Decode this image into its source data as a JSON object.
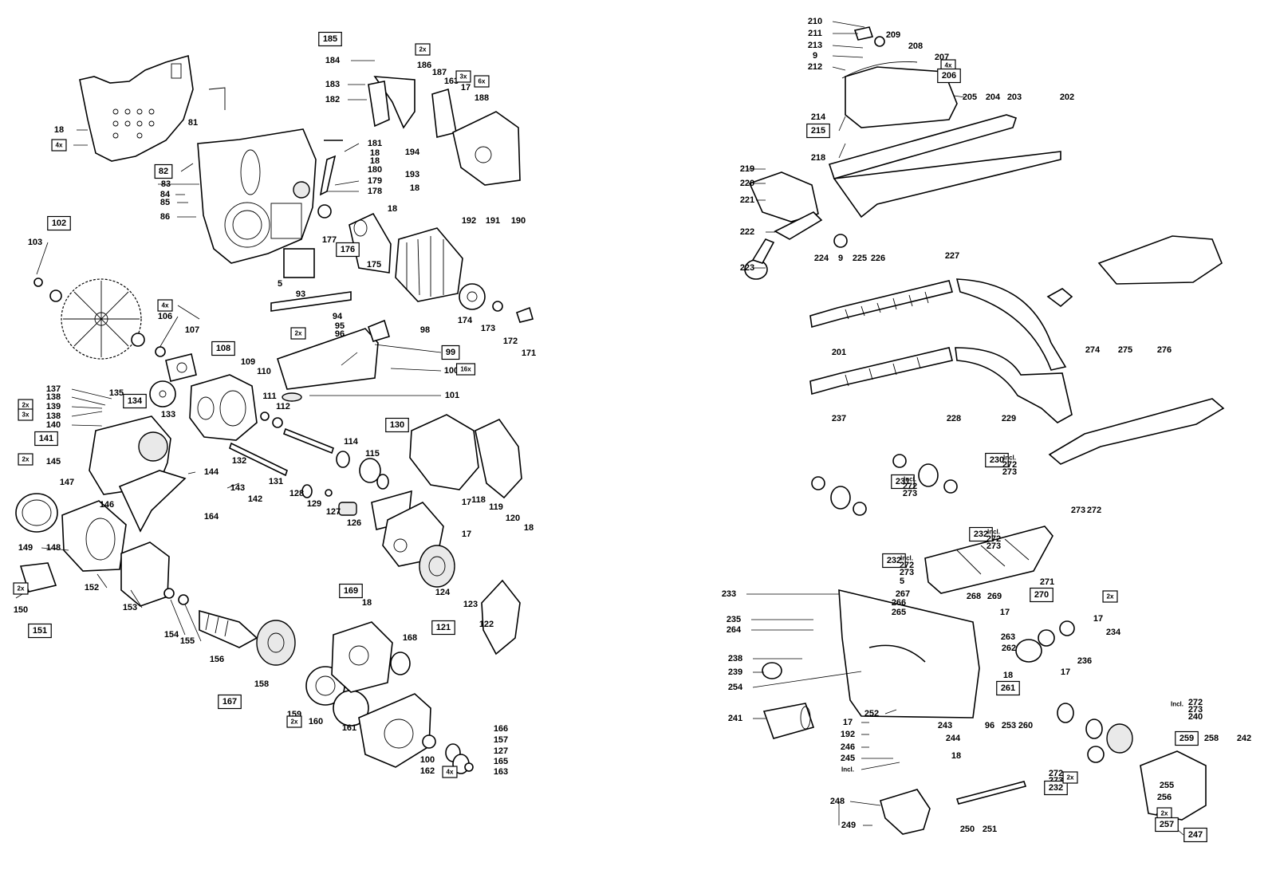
{
  "diagram": {
    "callouts": [
      {
        "t": "185",
        "b": 1
      },
      {
        "t": "184"
      },
      {
        "t": "183"
      },
      {
        "t": "182"
      },
      {
        "t": "2x",
        "b": 1
      },
      {
        "t": "186"
      },
      {
        "t": "187"
      },
      {
        "t": "163"
      },
      {
        "t": "3x",
        "b": 1
      },
      {
        "t": "6x",
        "b": 1
      },
      {
        "t": "17"
      },
      {
        "t": "188"
      },
      {
        "t": "18"
      },
      {
        "t": "4x",
        "b": 1
      },
      {
        "t": "82",
        "b": 1
      },
      {
        "t": "81"
      },
      {
        "t": "181"
      },
      {
        "t": "18"
      },
      {
        "t": "18"
      },
      {
        "t": "180"
      },
      {
        "t": "179"
      },
      {
        "t": "178"
      },
      {
        "t": "194"
      },
      {
        "t": "193"
      },
      {
        "t": "18"
      },
      {
        "t": "192"
      },
      {
        "t": "191"
      },
      {
        "t": "190"
      },
      {
        "t": "83"
      },
      {
        "t": "84"
      },
      {
        "t": "85"
      },
      {
        "t": "86"
      },
      {
        "t": "177"
      },
      {
        "t": "176",
        "b": 1
      },
      {
        "t": "175"
      },
      {
        "t": "18"
      },
      {
        "t": "102",
        "b": 1
      },
      {
        "t": "103"
      },
      {
        "t": "5"
      },
      {
        "t": "93"
      },
      {
        "t": "174"
      },
      {
        "t": "173"
      },
      {
        "t": "172"
      },
      {
        "t": "171"
      },
      {
        "t": "4x",
        "b": 1
      },
      {
        "t": "106"
      },
      {
        "t": "107"
      },
      {
        "t": "94"
      },
      {
        "t": "95"
      },
      {
        "t": "96"
      },
      {
        "t": "2x",
        "b": 1
      },
      {
        "t": "98"
      },
      {
        "t": "99",
        "b": 1
      },
      {
        "t": "100"
      },
      {
        "t": "16x",
        "b": 1
      },
      {
        "t": "101"
      },
      {
        "t": "108",
        "b": 1
      },
      {
        "t": "109"
      },
      {
        "t": "110"
      },
      {
        "t": "135"
      },
      {
        "t": "134",
        "b": 1
      },
      {
        "t": "133"
      },
      {
        "t": "111"
      },
      {
        "t": "112"
      },
      {
        "t": "137"
      },
      {
        "t": "138"
      },
      {
        "t": "2x",
        "b": 1
      },
      {
        "t": "139"
      },
      {
        "t": "3x",
        "b": 1
      },
      {
        "t": "138"
      },
      {
        "t": "140"
      },
      {
        "t": "141",
        "b": 1
      },
      {
        "t": "2x",
        "b": 1
      },
      {
        "t": "145"
      },
      {
        "t": "147"
      },
      {
        "t": "144"
      },
      {
        "t": "143"
      },
      {
        "t": "142"
      },
      {
        "t": "132"
      },
      {
        "t": "131"
      },
      {
        "t": "114"
      },
      {
        "t": "115"
      },
      {
        "t": "130",
        "b": 1
      },
      {
        "t": "128"
      },
      {
        "t": "129"
      },
      {
        "t": "127"
      },
      {
        "t": "126"
      },
      {
        "t": "17"
      },
      {
        "t": "118"
      },
      {
        "t": "119"
      },
      {
        "t": "120"
      },
      {
        "t": "18"
      },
      {
        "t": "146"
      },
      {
        "t": "164"
      },
      {
        "t": "17"
      },
      {
        "t": "149"
      },
      {
        "t": "148"
      },
      {
        "t": "2x",
        "b": 1
      },
      {
        "t": "150"
      },
      {
        "t": "151",
        "b": 1
      },
      {
        "t": "152"
      },
      {
        "t": "153"
      },
      {
        "t": "154"
      },
      {
        "t": "155"
      },
      {
        "t": "156"
      },
      {
        "t": "124"
      },
      {
        "t": "123"
      },
      {
        "t": "122"
      },
      {
        "t": "121",
        "b": 1
      },
      {
        "t": "169",
        "b": 1
      },
      {
        "t": "18"
      },
      {
        "t": "168"
      },
      {
        "t": "158"
      },
      {
        "t": "167",
        "b": 1
      },
      {
        "t": "159"
      },
      {
        "t": "2x",
        "b": 1
      },
      {
        "t": "160"
      },
      {
        "t": "161"
      },
      {
        "t": "166"
      },
      {
        "t": "157"
      },
      {
        "t": "127"
      },
      {
        "t": "165"
      },
      {
        "t": "163"
      },
      {
        "t": "100"
      },
      {
        "t": "162"
      },
      {
        "t": "4x",
        "b": 1
      },
      {
        "t": "210"
      },
      {
        "t": "211"
      },
      {
        "t": "209"
      },
      {
        "t": "213"
      },
      {
        "t": "208"
      },
      {
        "t": "9"
      },
      {
        "t": "207"
      },
      {
        "t": "4x",
        "b": 1
      },
      {
        "t": "212"
      },
      {
        "t": "206",
        "b": 1
      },
      {
        "t": "205"
      },
      {
        "t": "204"
      },
      {
        "t": "203"
      },
      {
        "t": "202"
      },
      {
        "t": "214"
      },
      {
        "t": "215",
        "b": 1
      },
      {
        "t": "218"
      },
      {
        "t": "219"
      },
      {
        "t": "220"
      },
      {
        "t": "221"
      },
      {
        "t": "222"
      },
      {
        "t": "223"
      },
      {
        "t": "224"
      },
      {
        "t": "9"
      },
      {
        "t": "225"
      },
      {
        "t": "226"
      },
      {
        "t": "227"
      },
      {
        "t": "201"
      },
      {
        "t": "237"
      },
      {
        "t": "228"
      },
      {
        "t": "229"
      },
      {
        "t": "274"
      },
      {
        "t": "275"
      },
      {
        "t": "276"
      },
      {
        "t": "230",
        "b": 1
      },
      {
        "t": "Incl."
      },
      {
        "t": "272"
      },
      {
        "t": "273"
      },
      {
        "t": "231",
        "b": 1
      },
      {
        "t": "Incl."
      },
      {
        "t": "272"
      },
      {
        "t": "273"
      },
      {
        "t": "232",
        "b": 1
      },
      {
        "t": "Incl."
      },
      {
        "t": "272"
      },
      {
        "t": "273"
      },
      {
        "t": "232",
        "b": 1
      },
      {
        "t": "Incl."
      },
      {
        "t": "272"
      },
      {
        "t": "273"
      },
      {
        "t": "273"
      },
      {
        "t": "272"
      },
      {
        "t": "271"
      },
      {
        "t": "5"
      },
      {
        "t": "233"
      },
      {
        "t": "267"
      },
      {
        "t": "268"
      },
      {
        "t": "269"
      },
      {
        "t": "266"
      },
      {
        "t": "265"
      },
      {
        "t": "270",
        "b": 1
      },
      {
        "t": "2x",
        "b": 1
      },
      {
        "t": "17"
      },
      {
        "t": "17"
      },
      {
        "t": "234"
      },
      {
        "t": "235"
      },
      {
        "t": "264"
      },
      {
        "t": "263"
      },
      {
        "t": "262"
      },
      {
        "t": "17"
      },
      {
        "t": "236"
      },
      {
        "t": "238"
      },
      {
        "t": "239"
      },
      {
        "t": "254"
      },
      {
        "t": "18"
      },
      {
        "t": "261",
        "b": 1
      },
      {
        "t": "Incl."
      },
      {
        "t": "272"
      },
      {
        "t": "273"
      },
      {
        "t": "240"
      },
      {
        "t": "241"
      },
      {
        "t": "252"
      },
      {
        "t": "96"
      },
      {
        "t": "253"
      },
      {
        "t": "260"
      },
      {
        "t": "259",
        "b": 1
      },
      {
        "t": "258"
      },
      {
        "t": "242"
      },
      {
        "t": "17"
      },
      {
        "t": "243"
      },
      {
        "t": "192"
      },
      {
        "t": "244"
      },
      {
        "t": "246"
      },
      {
        "t": "18"
      },
      {
        "t": "245"
      },
      {
        "t": "Incl."
      },
      {
        "t": "272"
      },
      {
        "t": "273"
      },
      {
        "t": "232",
        "b": 1
      },
      {
        "t": "2x",
        "b": 1
      },
      {
        "t": "255"
      },
      {
        "t": "256"
      },
      {
        "t": "2x",
        "b": 1
      },
      {
        "t": "257",
        "b": 1
      },
      {
        "t": "247",
        "b": 1
      },
      {
        "t": "248"
      },
      {
        "t": "249"
      },
      {
        "t": "250"
      },
      {
        "t": "251"
      }
    ]
  }
}
